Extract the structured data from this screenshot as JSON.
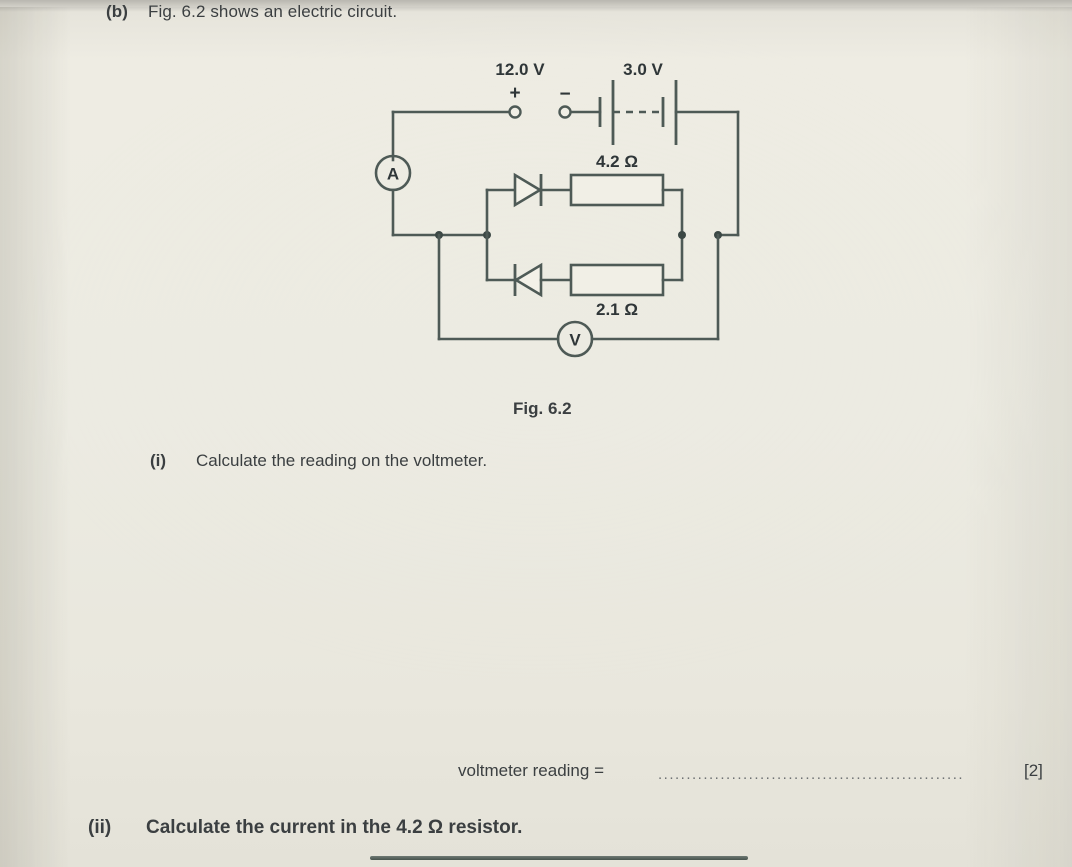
{
  "question": {
    "part_label": "(b)",
    "part_text": "Fig. 6.2 shows an electric circuit.",
    "figure_caption": "Fig. 6.2",
    "sub_i_label": "(i)",
    "sub_i_text": "Calculate the reading on the voltmeter.",
    "answer_line_label": "voltmeter reading =",
    "answer_line_dots": "......................................................",
    "marks": "[2]",
    "sub_ii_label": "(ii)",
    "sub_ii_text": "Calculate the current in the 4.2 Ω resistor."
  },
  "circuit": {
    "supply_left_label": "12.0 V",
    "supply_left_plus": "+",
    "supply_left_minus": "−",
    "battery_label": "3.0 V",
    "ammeter_label": "A",
    "voltmeter_label": "V",
    "resistor_top_label": "4.2 Ω",
    "resistor_bottom_label": "2.1 Ω",
    "diode_top_direction": "right",
    "diode_bottom_direction": "left",
    "ink_color": "#4e5a56",
    "text_color": "#2f3638",
    "paper_color": "#ecebe2"
  }
}
